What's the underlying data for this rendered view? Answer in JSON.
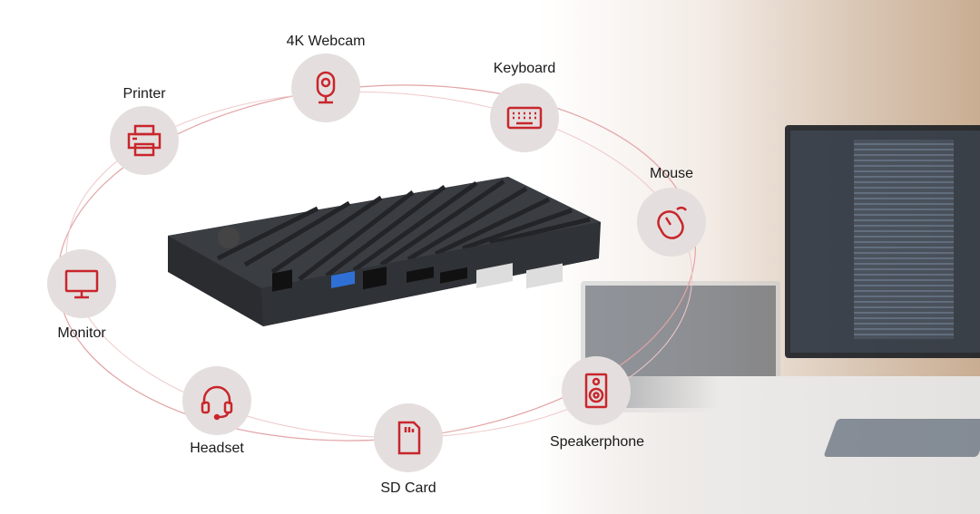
{
  "accent_color": "#c8262c",
  "devices": [
    {
      "label": "4K Webcam",
      "icon": "webcam-icon"
    },
    {
      "label": "Keyboard",
      "icon": "keyboard-icon"
    },
    {
      "label": "Printer",
      "icon": "printer-icon"
    },
    {
      "label": "Mouse",
      "icon": "mouse-icon"
    },
    {
      "label": "Monitor",
      "icon": "monitor-icon"
    },
    {
      "label": "Headset",
      "icon": "headset-icon"
    },
    {
      "label": "SD Card",
      "icon": "sd-card-icon"
    },
    {
      "label": "Speakerphone",
      "icon": "speaker-icon"
    }
  ]
}
